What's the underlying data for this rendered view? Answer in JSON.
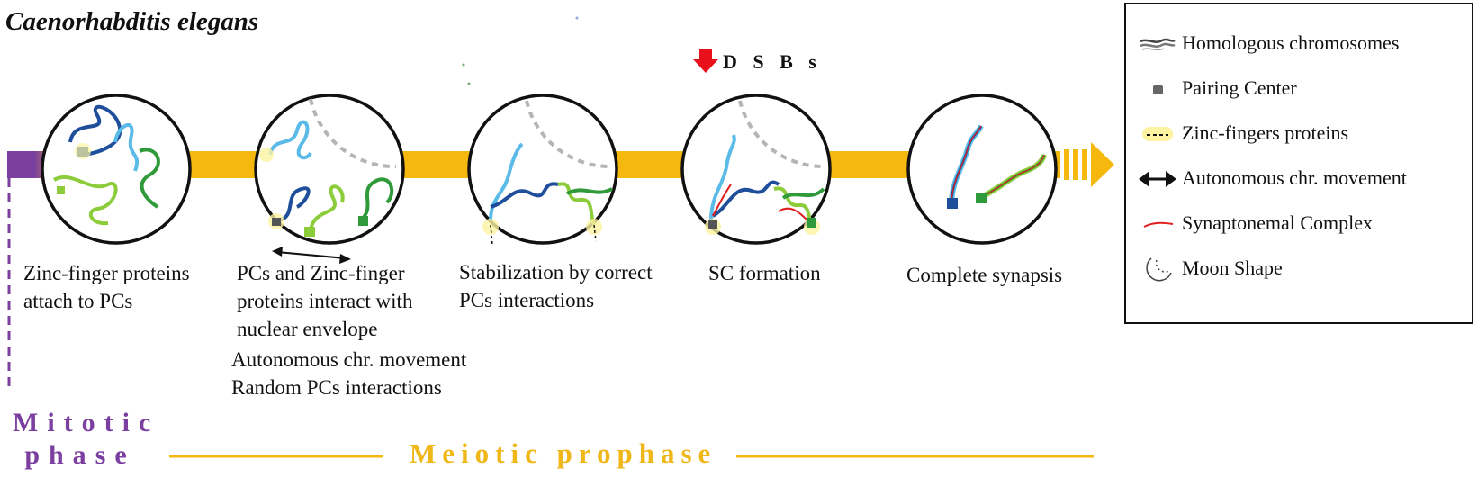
{
  "title": "Caenorhabditis elegans",
  "dsbs": "D S B s",
  "stages": [
    {
      "caption": "Zinc-finger proteins\nattach to PCs"
    },
    {
      "caption": "PCs and Zinc-finger\nproteins interact with\nnuclear envelope"
    },
    {
      "caption": "Stabilization by correct\nPCs interactions"
    },
    {
      "caption": "SC formation"
    },
    {
      "caption": "Complete synapsis"
    }
  ],
  "stage2_extra": "Autonomous chr. movement\nRandom PCs interactions",
  "phases": {
    "mitotic": "Mitotic\nphase",
    "meiotic": "Meiotic prophase"
  },
  "legend": [
    {
      "label": "Homologous chromosomes",
      "icon": "chromosome-icon"
    },
    {
      "label": "Pairing Center",
      "icon": "pairing-center-icon"
    },
    {
      "label": "Zinc-fingers proteins",
      "icon": "zinc-finger-icon"
    },
    {
      "label": "Autonomous chr. movement",
      "icon": "double-arrow-icon"
    },
    {
      "label": "Synaptonemal Complex",
      "icon": "synaptonemal-complex-icon"
    },
    {
      "label": "Moon Shape",
      "icon": "moon-shape-icon"
    }
  ],
  "colors": {
    "timeline": "#f5b80f",
    "mitotic": "#7b3fa0",
    "dark_blue": "#1f4e9a",
    "light_blue": "#5bbbe8",
    "dark_green": "#2e9a3a",
    "light_green": "#8ccc3a",
    "zinc_highlight": "#fdf3a0",
    "sc_red": "#e02020",
    "dsb_arrow": "#e8101a"
  }
}
